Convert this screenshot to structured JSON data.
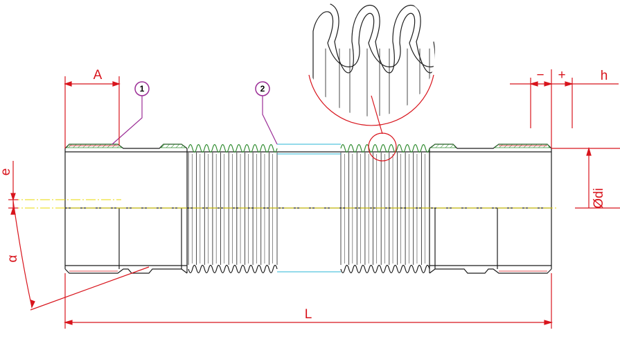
{
  "colors": {
    "outline": "#1a1a1a",
    "dimension": "#d8141c",
    "callout": "#9b2d96",
    "centerline": "#e8d800",
    "hatch": "#2e8b2e",
    "thread": "#d8141c",
    "liner": "#29b6d6"
  },
  "dimensions": {
    "length": "L",
    "fitting_length": "A",
    "inner_diameter": "Ødi",
    "offset": "e",
    "angle": "α",
    "height": "h",
    "minus": "−",
    "plus": "+"
  },
  "callouts": [
    {
      "number": "1"
    },
    {
      "number": "2"
    }
  ]
}
